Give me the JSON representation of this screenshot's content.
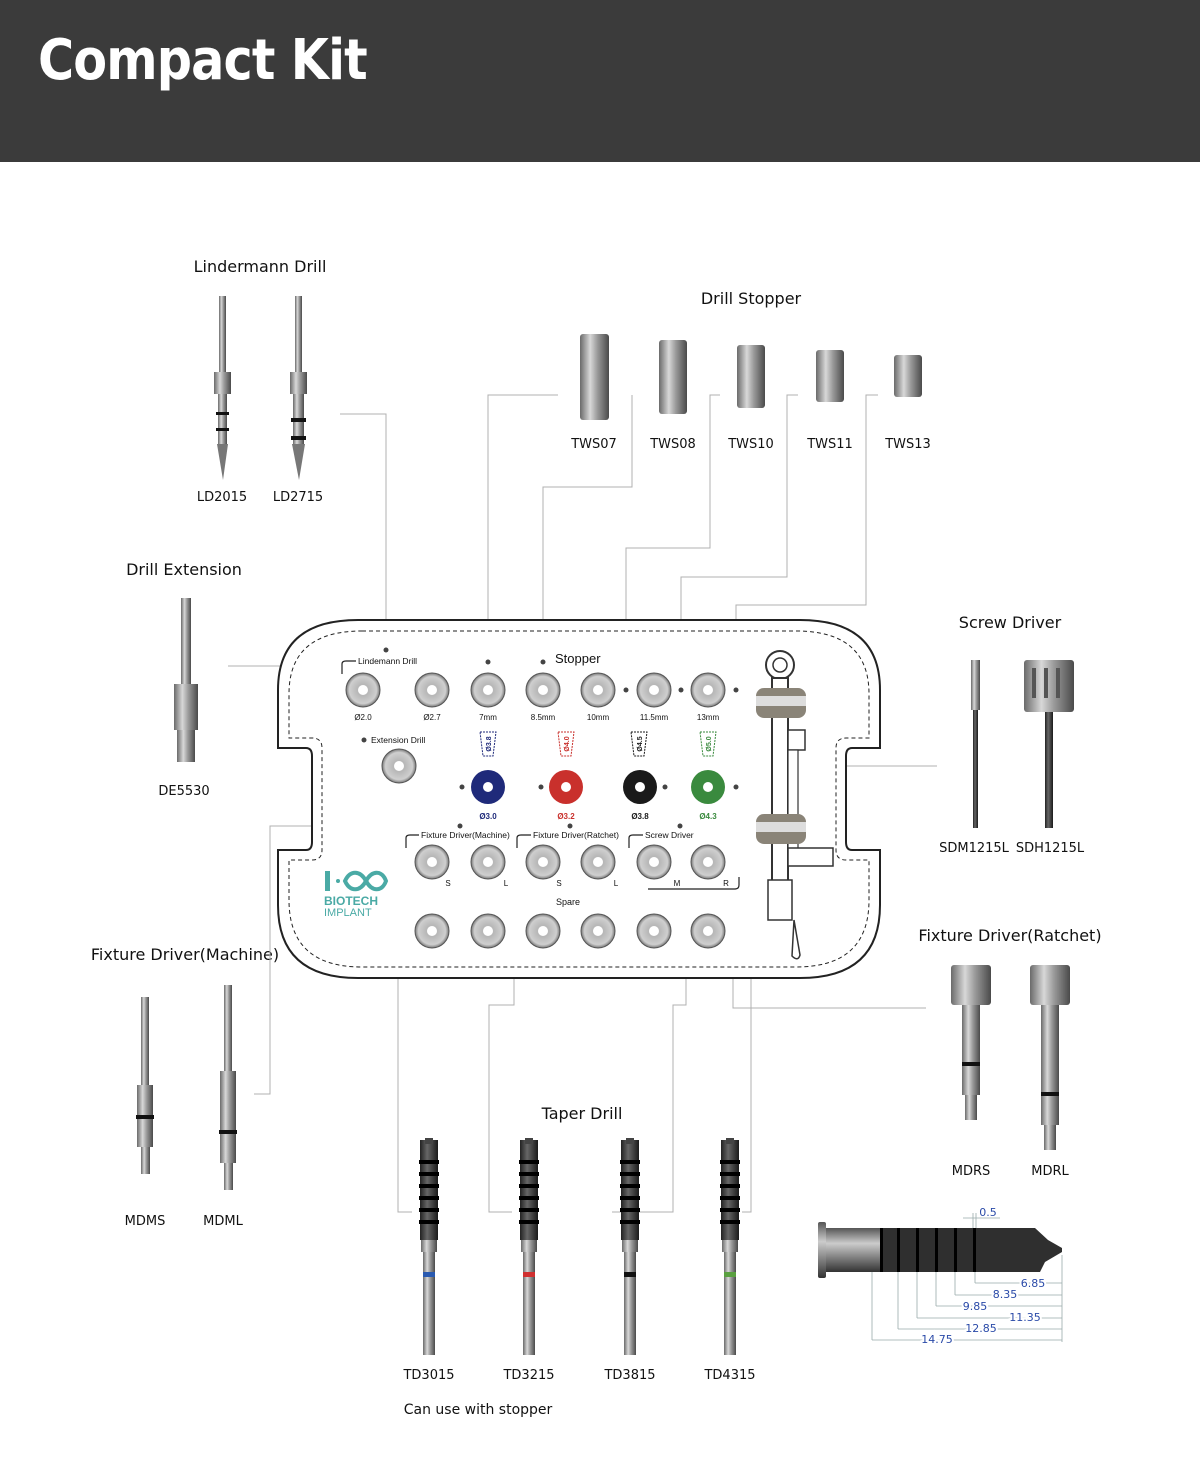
{
  "header": {
    "title": "Compact Kit"
  },
  "sections": {
    "lindemann_drill": {
      "title": "Lindermann Drill",
      "codes": [
        "LD2015",
        "LD2715"
      ]
    },
    "drill_stopper": {
      "title": "Drill Stopper",
      "codes": [
        "TWS07",
        "TWS08",
        "TWS10",
        "TWS11",
        "TWS13"
      ]
    },
    "drill_extension": {
      "title": "Drill Extension",
      "codes": [
        "DE5530"
      ]
    },
    "screw_driver": {
      "title": "Screw Driver",
      "codes": [
        "SDM1215L",
        "SDH1215L"
      ]
    },
    "fixture_driver_ratchet": {
      "title": "Fixture Driver(Ratchet)",
      "codes": [
        "MDRS",
        "MDRL"
      ]
    },
    "fixture_driver_machine": {
      "title": "Fixture Driver(Machine)",
      "codes": [
        "MDMS",
        "MDML"
      ]
    },
    "taper_drill": {
      "title": "Taper Drill",
      "codes": [
        "TD3015",
        "TD3215",
        "TD3815",
        "TD4315"
      ],
      "note": "Can use with stopper"
    }
  },
  "tray": {
    "labels": {
      "lindemann": "Lindemann Drill",
      "extension": "Extension Drill",
      "stopper": "Stopper",
      "fd_machine": "Fixture Driver(Machine)",
      "fd_ratchet": "Fixture Driver(Ratchet)",
      "screw_driver": "Screw Driver",
      "spare": "Spare"
    },
    "row1": [
      "Ø2.0",
      "Ø2.7",
      "7mm",
      "8.5mm",
      "10mm",
      "11.5mm",
      "13mm"
    ],
    "implants": [
      {
        "label": "Ø3.8",
        "color": "#1f2a7a"
      },
      {
        "label": "Ø4.0",
        "color": "#c9302c"
      },
      {
        "label": "Ø4.5",
        "color": "#1a1a1a"
      },
      {
        "label": "Ø5.0",
        "color": "#3a8a3e"
      }
    ],
    "drills": [
      "Ø3.0",
      "Ø3.2",
      "Ø3.8",
      "Ø4.3"
    ],
    "driver_marks": [
      "S",
      "L",
      "S",
      "L",
      "M",
      "R"
    ],
    "logo": {
      "line1": "BIOTECH",
      "line2": "IMPLANT"
    }
  },
  "dimensions": {
    "ring_width": "0.5",
    "lengths": [
      "6.85",
      "8.35",
      "9.85",
      "11.35",
      "12.85",
      "14.75"
    ]
  }
}
